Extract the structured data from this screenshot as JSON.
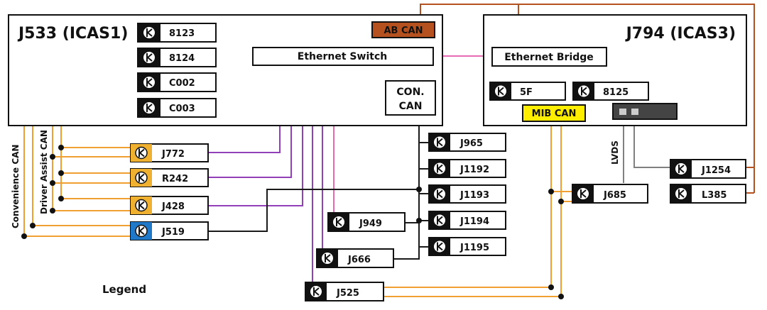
{
  "colors": {
    "ethernet": "#e66ab4",
    "ethernet_direct": "#9140b8",
    "con_can": "#1a1a1a",
    "can_orange": "#f0a030",
    "ab_can": "#b5511f",
    "lvds": "#808080",
    "badge_yellow": "#f0b030",
    "badge_blue": "#1f78c8",
    "mib_can_fill": "#ffee00"
  },
  "icas1": {
    "title": "J533 (ICAS1)"
  },
  "icas3": {
    "title": "J794 (ICAS3)"
  },
  "blocks": {
    "ethernet_switch": "Ethernet Switch",
    "ethernet_bridge": "Ethernet Bridge",
    "ab_can": "AB CAN",
    "con_can_line1": "CON.",
    "con_can_line2": "CAN",
    "mib_can": "MIB CAN",
    "lvds": "LVDS",
    "convenience_can": "Convenience CAN",
    "driver_assist_can": "Driver Assist CAN",
    "legend": "Legend"
  },
  "icas1_ports": [
    "8123",
    "8124",
    "C002",
    "C003"
  ],
  "icas3_ports": [
    "5F",
    "8125"
  ],
  "driver_nodes": [
    {
      "label": "J772",
      "badge": "yellow"
    },
    {
      "label": "R242",
      "badge": "yellow"
    },
    {
      "label": "J428",
      "badge": "yellow"
    },
    {
      "label": "J519",
      "badge": "blue"
    }
  ],
  "con_can_nodes": [
    "J965",
    "J1192",
    "J1193",
    "J1194",
    "J1195"
  ],
  "middle_nodes": [
    "J949",
    "J666",
    "J525"
  ],
  "mib_nodes": [
    "J685",
    "J1254",
    "L385"
  ]
}
